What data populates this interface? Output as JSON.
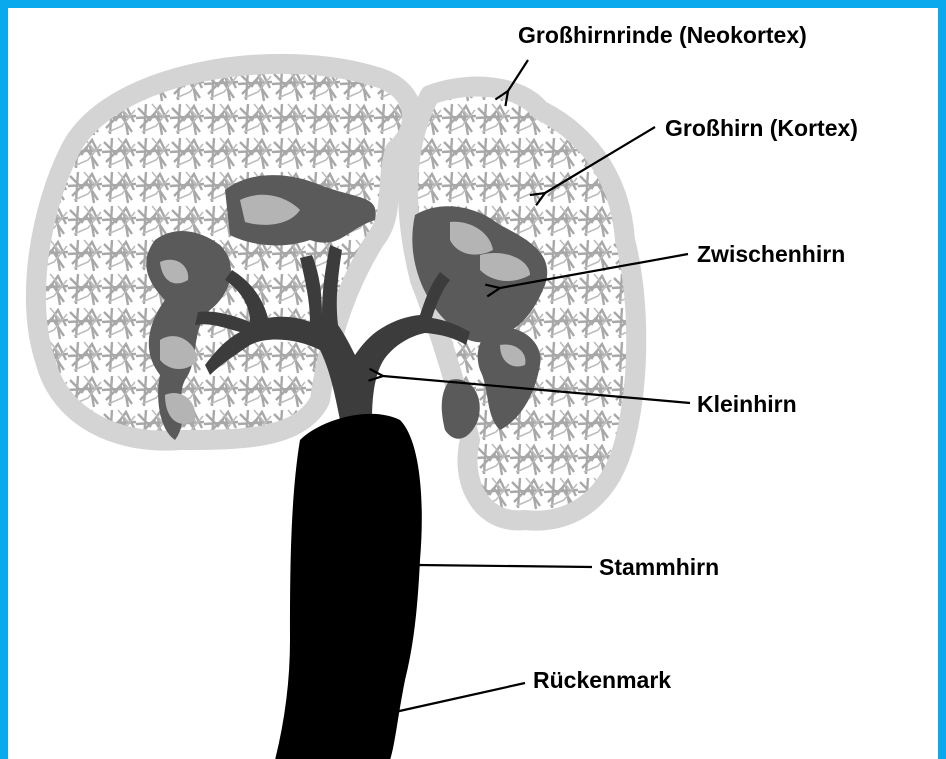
{
  "diagram": {
    "labels": {
      "neocortex": "Großhirnrinde (Neokortex)",
      "cortex": "Großhirn (Kortex)",
      "diencephalon": "Zwischenhirn",
      "cerebellum": "Kleinhirn",
      "brainstem": "Stammhirn",
      "spinal_cord": "Rückenmark"
    },
    "colors": {
      "frame": "#0aa8ec",
      "background": "#ffffff",
      "cortex_outline": "#d4d4d4",
      "cortex_texture": "#a8a8a8",
      "inner_region_dark": "#5a5a5a",
      "inner_region_light": "#b4b4b4",
      "tree": "#3c3c3c",
      "brainstem": "#000000",
      "text": "#000000"
    }
  }
}
